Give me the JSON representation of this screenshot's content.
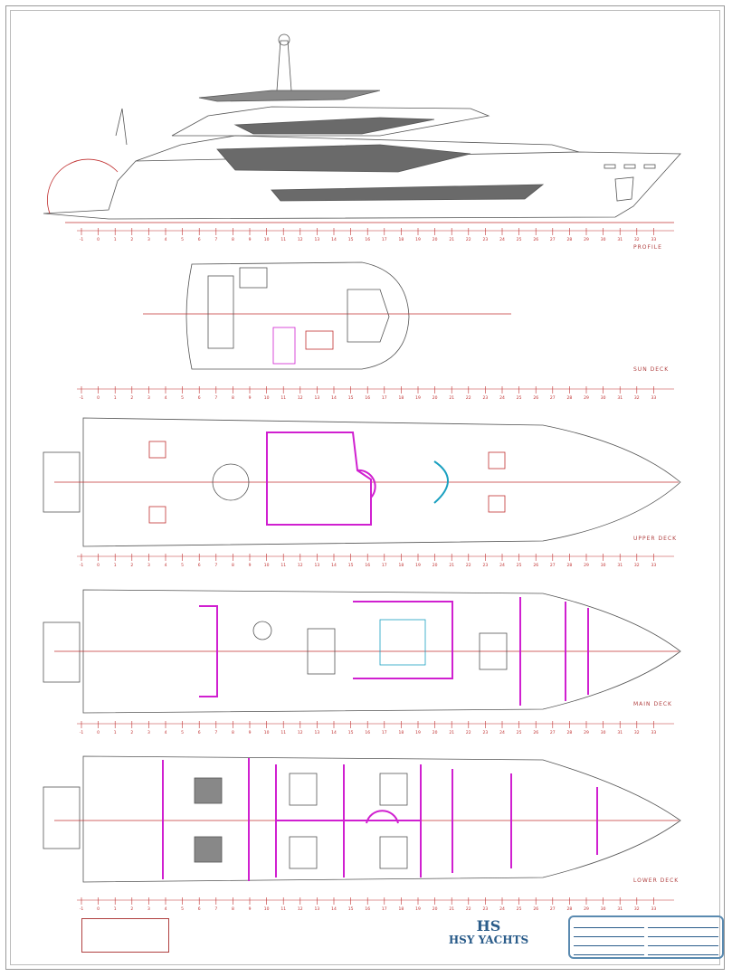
{
  "drawing": {
    "views": [
      {
        "id": "profile",
        "label": "PROFILE"
      },
      {
        "id": "sun",
        "label": "SUN DECK"
      },
      {
        "id": "upper",
        "label": "UPPER DECK"
      },
      {
        "id": "main",
        "label": "MAIN DECK"
      },
      {
        "id": "lower",
        "label": "LOWER DECK"
      }
    ],
    "frame_numbers": [
      -1,
      0,
      1,
      2,
      3,
      4,
      5,
      6,
      7,
      8,
      9,
      10,
      11,
      12,
      13,
      14,
      15,
      16,
      17,
      18,
      19,
      20,
      21,
      22,
      23,
      24,
      25,
      26,
      27,
      28,
      29,
      30,
      31,
      32,
      33
    ],
    "colors": {
      "outline": "#555555",
      "centerline": "#c03030",
      "partition": "#d020d0",
      "equipment": "#1aa0c0",
      "annotation": "#20a020",
      "hull_fill": "#6a6a6a"
    }
  },
  "logo": {
    "mark": "HS",
    "text": "HSY YACHTS"
  },
  "title_block": {
    "left": [
      "",
      "",
      "",
      ""
    ],
    "right": [
      "",
      "",
      "",
      ""
    ]
  },
  "legend": {
    "rows": [
      "",
      "",
      ""
    ]
  }
}
